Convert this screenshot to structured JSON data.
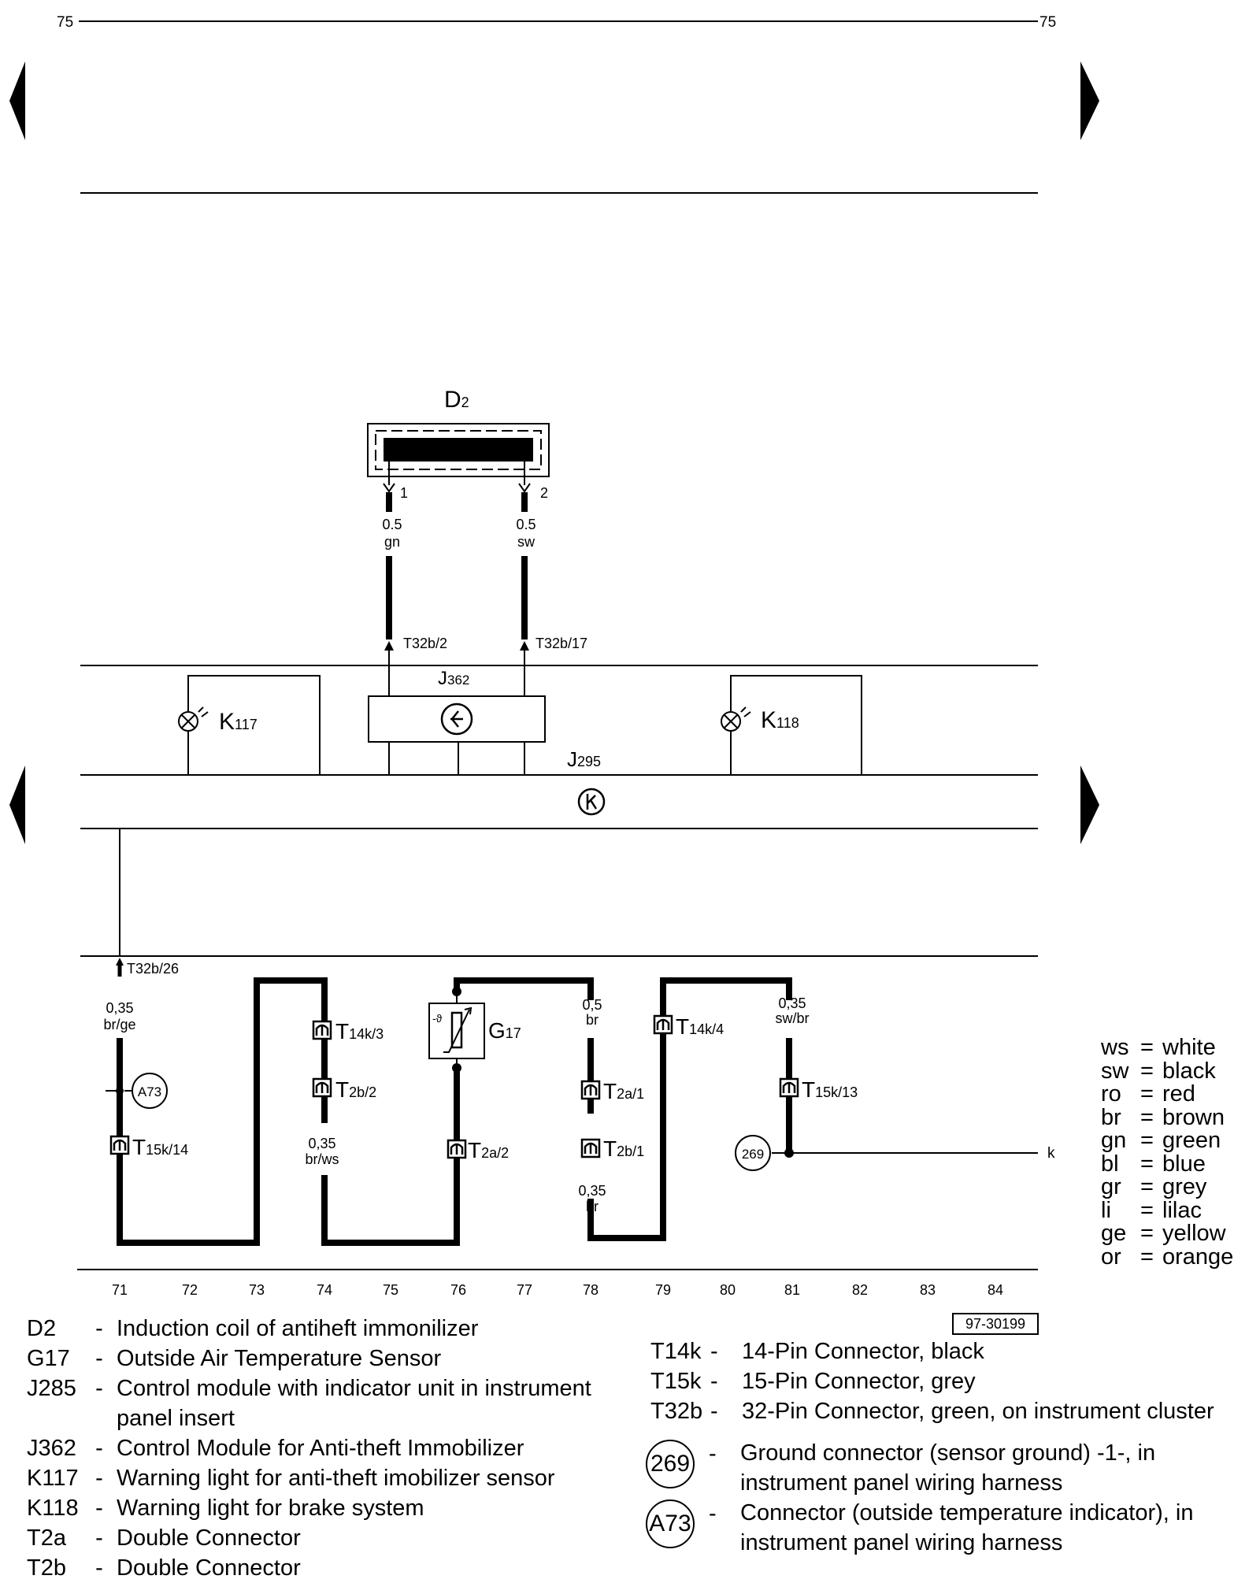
{
  "header": {
    "page_left": "75",
    "page_right": "75"
  },
  "diagram": {
    "components": {
      "d2": {
        "name": "D",
        "sub": "2",
        "pin1": "1",
        "pin2": "2"
      },
      "j362": {
        "name": "J",
        "sub": "362"
      },
      "j285": {
        "name": "J",
        "sub": "295"
      },
      "k117": {
        "name": "K",
        "sub": "117"
      },
      "k118": {
        "name": "K",
        "sub": "118"
      },
      "g17": {
        "name": "G",
        "sub": "17"
      },
      "ground269": "269",
      "conn_a73": "A73"
    },
    "wires": {
      "d2_pin1": {
        "size": "0.5",
        "color": "gn"
      },
      "d2_pin2": {
        "size": "0.5",
        "color": "sw"
      },
      "w71": {
        "size": "0,35",
        "color": "br/ge"
      },
      "w74": {
        "size": "0,35",
        "color": "br/ws"
      },
      "w78_top": {
        "size": "0,5",
        "color": "br"
      },
      "w78_bot": {
        "size": "0,35",
        "color": "br"
      },
      "w81": {
        "size": "0,35",
        "color": "sw/br"
      }
    },
    "connectors": {
      "t32b_2": "T32b/2",
      "t32b_17": "T32b/17",
      "t32b_26": "T32b/26",
      "t14k_3": {
        "base": "T",
        "sub": "14k/3"
      },
      "t2b_2": {
        "base": "T",
        "sub": "2b/2"
      },
      "t15k_14": {
        "base": "T",
        "sub": "15k/14"
      },
      "t2a_2": {
        "base": "T",
        "sub": "2a/2"
      },
      "t2a_1": {
        "base": "T",
        "sub": "2a/1"
      },
      "t2b_1": {
        "base": "T",
        "sub": "2b/1"
      },
      "t14k_4": {
        "base": "T",
        "sub": "14k/4"
      },
      "t15k_13": {
        "base": "T",
        "sub": "15k/13"
      }
    },
    "continuation": "k",
    "ruler": [
      "71",
      "72",
      "73",
      "74",
      "75",
      "76",
      "77",
      "78",
      "79",
      "80",
      "81",
      "82",
      "83",
      "84"
    ],
    "figure_id": "97-30199"
  },
  "color_key": [
    {
      "abbr": "ws",
      "name": "white"
    },
    {
      "abbr": "sw",
      "name": "black"
    },
    {
      "abbr": "ro",
      "name": "red"
    },
    {
      "abbr": "br",
      "name": "brown"
    },
    {
      "abbr": "gn",
      "name": "green"
    },
    {
      "abbr": "bl",
      "name": "blue"
    },
    {
      "abbr": "gr",
      "name": "grey"
    },
    {
      "abbr": "li",
      "name": "lilac"
    },
    {
      "abbr": "ge",
      "name": "yellow"
    },
    {
      "abbr": "or",
      "name": "orange"
    }
  ],
  "legend_left": [
    {
      "code": "D2",
      "desc": "Induction coil of antiheft immonilizer"
    },
    {
      "code": "G17",
      "desc": "Outside Air Temperature Sensor"
    },
    {
      "code": "J285",
      "desc": "Control module with indicator unit in instrument"
    },
    {
      "code": "",
      "desc": "panel insert"
    },
    {
      "code": "J362",
      "desc": "Control Module for Anti-theft Immobilizer"
    },
    {
      "code": "K117",
      "desc": "Warning light for anti-theft imobilizer sensor"
    },
    {
      "code": "K118",
      "desc": "Warning light for brake system"
    },
    {
      "code": "T2a",
      "desc": "Double Connector"
    },
    {
      "code": "T2b",
      "desc": "Double Connector"
    }
  ],
  "legend_right": [
    {
      "code": "T14k",
      "desc": "14-Pin Connector, black"
    },
    {
      "code": "T15k",
      "desc": "15-Pin Connector, grey"
    },
    {
      "code": "T32b",
      "desc": "32-Pin Connector, green, on instrument cluster"
    }
  ],
  "legend_symbols": [
    {
      "symbol": "269",
      "line1": "Ground connector (sensor ground) -1-, in",
      "line2": "instrument panel wiring harness"
    },
    {
      "symbol": "A73",
      "line1": "Connector (outside temperature indicator), in",
      "line2": "instrument panel wiring harness"
    }
  ]
}
